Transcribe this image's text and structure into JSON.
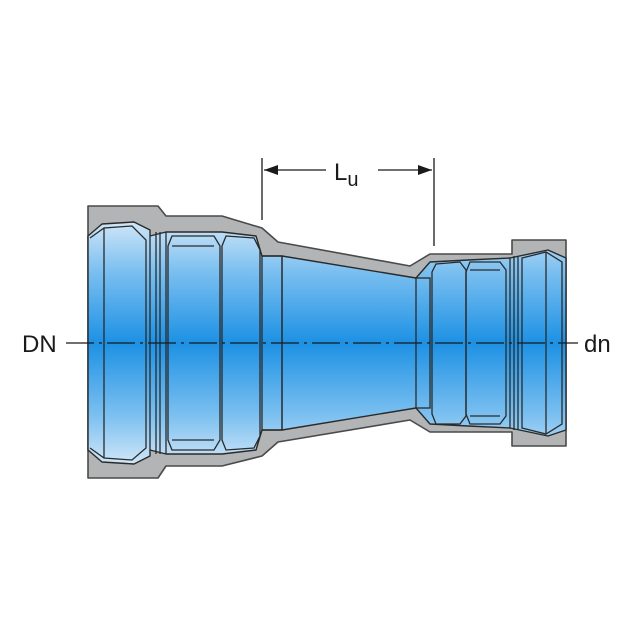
{
  "labels": {
    "large_diameter": "DN",
    "small_diameter": "dn",
    "length_main": "L",
    "length_sub": "u"
  },
  "colors": {
    "background": "#ffffff",
    "wall_fill": "#b3b4b6",
    "wall_stroke": "#4a4a4a",
    "bore_light": "#cfe6f8",
    "bore_mid": "#5fb2ec",
    "bore_center": "#1d91e4",
    "line": "#1a1a1a"
  }
}
